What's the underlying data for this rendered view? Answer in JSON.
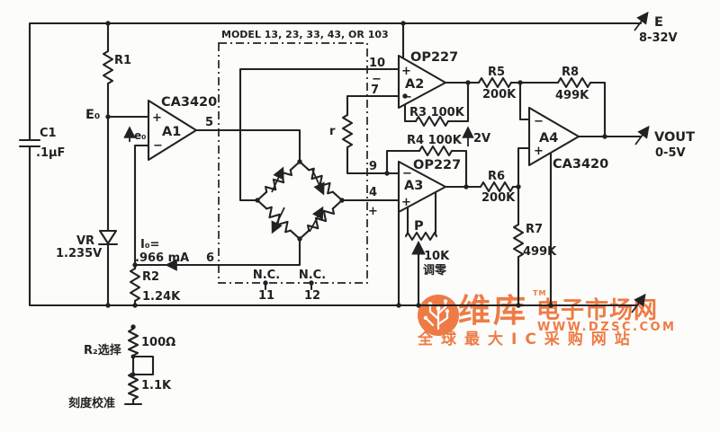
{
  "colors": {
    "ink": "#222222",
    "background": "#fcfcfa",
    "watermark_orange": "#ee7b45"
  },
  "labels": {
    "model_note": "MODEL 13, 23, 33, 43, OR 103",
    "e_terminal": "E",
    "e_range": "8-32V",
    "vout_terminal": "VOUT",
    "vout_range": "0-5V",
    "r1": "R1",
    "c1": "C1",
    "c1_value": ".1µF",
    "e0_node": "E₀",
    "e0_signal": "e₀",
    "a1_name": "A1",
    "a1_type": "CA3420",
    "pin5": "5",
    "vr_name": "VR",
    "vr_value": "1.235V",
    "i0_label": "I₀=",
    "i0_value": ".966 mA",
    "pin6": "6",
    "r2_name": "R2",
    "r2_value": "1.24K",
    "nc_label": "N.C.",
    "pin11": "11",
    "pin12": "12",
    "pin10": "10",
    "pin7": "7",
    "pin9": "9",
    "pin4": "4",
    "plus": "+",
    "minus": "−",
    "r_internal": "r",
    "a2_name": "A2",
    "a2_type": "OP227",
    "a3_name": "A3",
    "a3_type": "OP227",
    "r3_label": "R3 100K",
    "r4_label": "R4 100K",
    "bridge_v": "2V",
    "r5_name": "R5",
    "r5_value": "200K",
    "r6_name": "R6",
    "r6_value": "200K",
    "r7_name": "R7",
    "r7_value": "499K",
    "r8_name": "R8",
    "r8_value": "499K",
    "a4_name": "A4",
    "a4_type": "CA3420",
    "pot_name": "P",
    "pot_value": "10K",
    "pot_note": "调零",
    "sel_res_value": "100Ω",
    "sel_note": "R₂选择",
    "cal_res_value": "1.1K",
    "cal_note": "刻度校准"
  },
  "watermark": {
    "brand": "维库",
    "tm": "TM",
    "brand_suffix": "电子市场网",
    "url": "WWW.DZSC.COM",
    "slogan": "全球最大IC采购网站"
  }
}
